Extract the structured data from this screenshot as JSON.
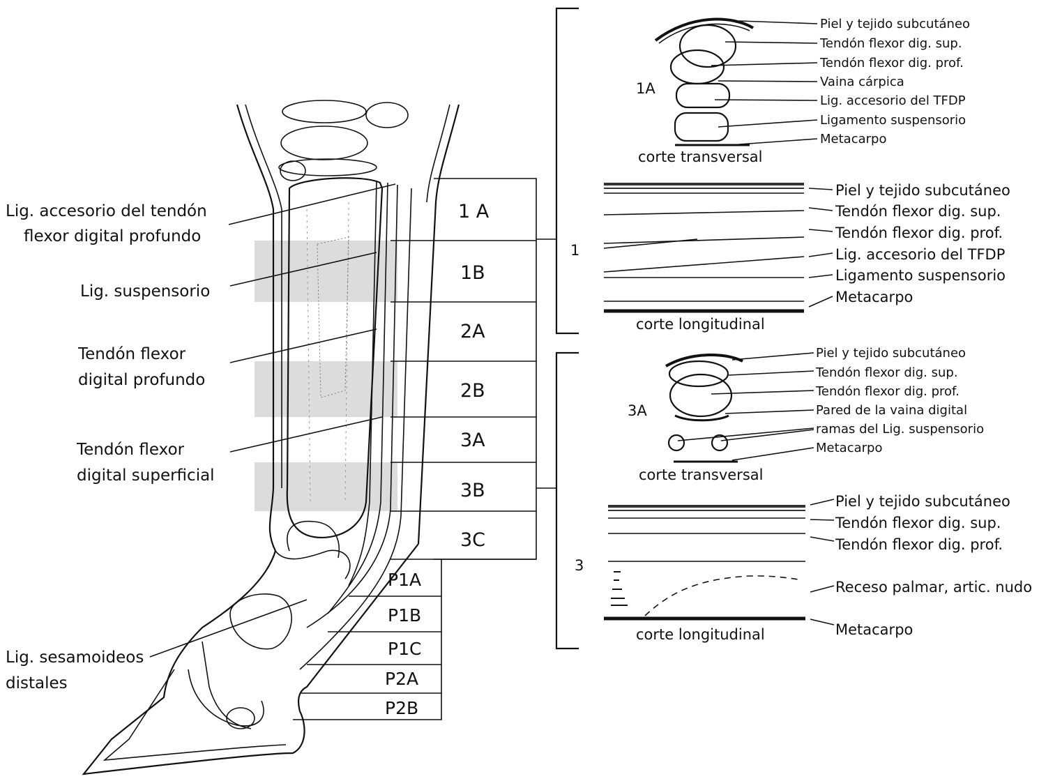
{
  "left_labels": {
    "lig_accesorio": [
      "Lig. accesorio del tendón",
      "flexor digital profundo"
    ],
    "lig_suspensorio": [
      "Lig. suspensorio"
    ],
    "tfdp": [
      "Tendón flexor",
      "digital profundo"
    ],
    "tfds": [
      "Tendón flexor",
      "digital superficial"
    ],
    "sesamoideos": [
      "Lig. sesamoideos",
      "distales"
    ]
  },
  "zones": [
    "1 A",
    "1B",
    "2A",
    "2B",
    "3A",
    "3B",
    "3C",
    "P1A",
    "P1B",
    "P1C",
    "P2A",
    "P2B"
  ],
  "group_labels": {
    "g1": "1",
    "g3": "3"
  },
  "panel_1a": {
    "tag": "1A",
    "caption": "corte transversal",
    "labels": [
      "Piel y tejido subcutáneo",
      "Tendón flexor dig. sup.",
      "Tendón flexor dig. prof.",
      "Vaina cárpica",
      "Lig. accesorio del TFDP",
      "Ligamento suspensorio",
      "Metacarpo"
    ]
  },
  "panel_1_long": {
    "caption": "corte longitudinal",
    "labels": [
      "Piel y tejido subcutáneo",
      "Tendón flexor dig. sup.",
      "Tendón flexor dig. prof.",
      "Lig. accesorio del TFDP",
      "Ligamento suspensorio",
      "Metacarpo"
    ]
  },
  "panel_3a": {
    "tag": "3A",
    "caption": "corte transversal",
    "labels": [
      "Piel y tejido subcutáneo",
      "Tendón flexor dig. sup.",
      "Tendón flexor dig. prof.",
      "Pared de la vaina digital",
      "ramas del Lig. suspensorio",
      "Metacarpo"
    ]
  },
  "panel_3_long": {
    "caption": "corte longitudinal",
    "labels": [
      "Piel y tejido subcutáneo",
      "Tendón flexor dig. sup.",
      "Tendón flexor dig. prof.",
      "Receso palmar, artic. nudo",
      "Metacarpo"
    ]
  }
}
